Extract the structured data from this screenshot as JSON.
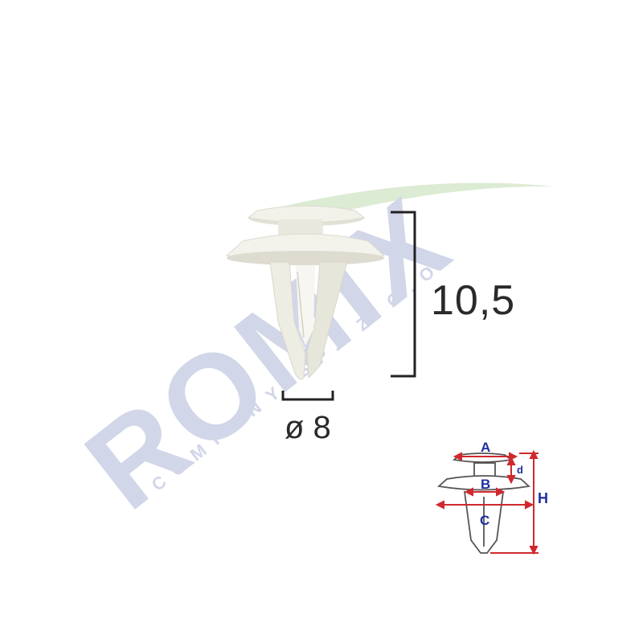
{
  "product": {
    "height_value": "10,5",
    "diameter_label": "ø 8"
  },
  "watermark": {
    "brand": "ROMIX",
    "tagline": "COMPANY SP. Z O.O.",
    "color": "#c9d0e4",
    "accent_color": "#d7e8cc"
  },
  "diagram": {
    "labels": {
      "a": "A",
      "b": "B",
      "c": "C",
      "d": "d",
      "h": "H"
    },
    "arrow_color": "#d0282e",
    "label_color": "#1e2fa0",
    "outline_color": "#555555"
  },
  "dimension_line_color": "#222222",
  "clip_color": "#ecebe2"
}
